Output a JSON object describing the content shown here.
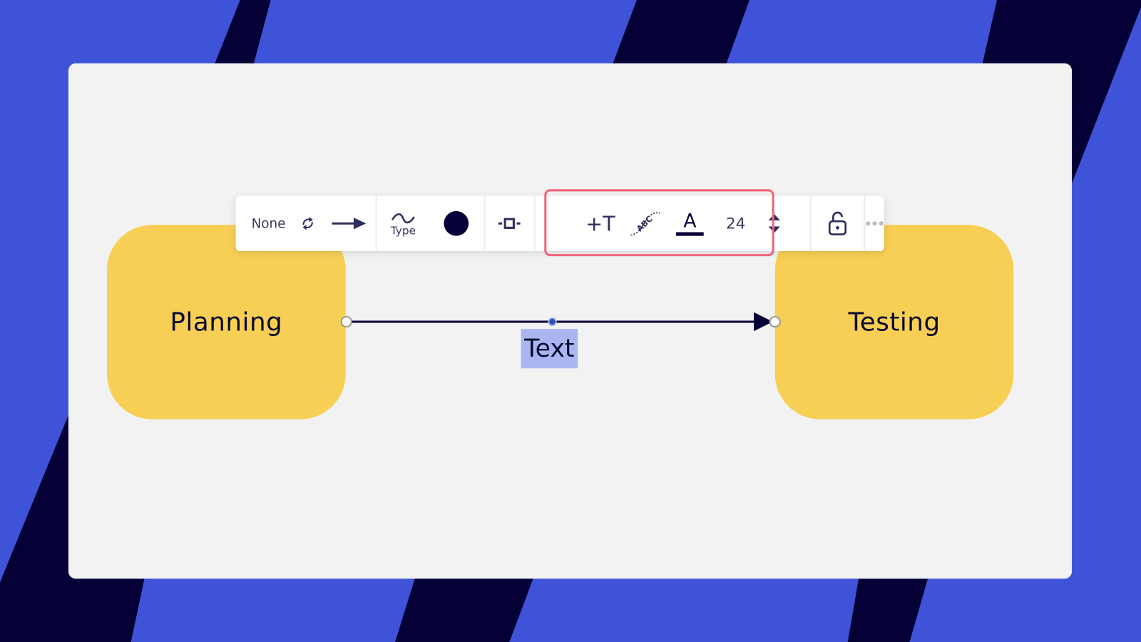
{
  "colors": {
    "background_blue": "#3f53d8",
    "background_navy": "#050035",
    "canvas": "#f2f2f2",
    "shape_fill": "#f7cf55",
    "text_dark": "#0a0a2e",
    "text_highlight": "#aab5f1",
    "callout_border": "#f2647a"
  },
  "toolbar": {
    "line_start_label": "None",
    "swap_icon": "swap-arrows-icon",
    "line_end_icon": "arrow-right-icon",
    "line_type_label": "Type",
    "line_type_icon": "wave-icon",
    "line_color_icon": "color-circle-icon",
    "waypoint_icon": "waypoint-icon",
    "add_text_icon": "add-text-icon",
    "text_position_icon": "text-on-path-icon",
    "add_text_label": "+T",
    "text_path_label": "ABC",
    "text_color_label": "A",
    "font_size": "24",
    "font_size_stepper": "up-down-stepper",
    "lock_icon": "unlock-icon",
    "more_icon": "more-dots-icon"
  },
  "canvas": {
    "shapes": [
      {
        "label": "Planning"
      },
      {
        "label": "Testing"
      }
    ],
    "connector": {
      "label": "Text",
      "end_arrow": "filled-triangle"
    }
  }
}
